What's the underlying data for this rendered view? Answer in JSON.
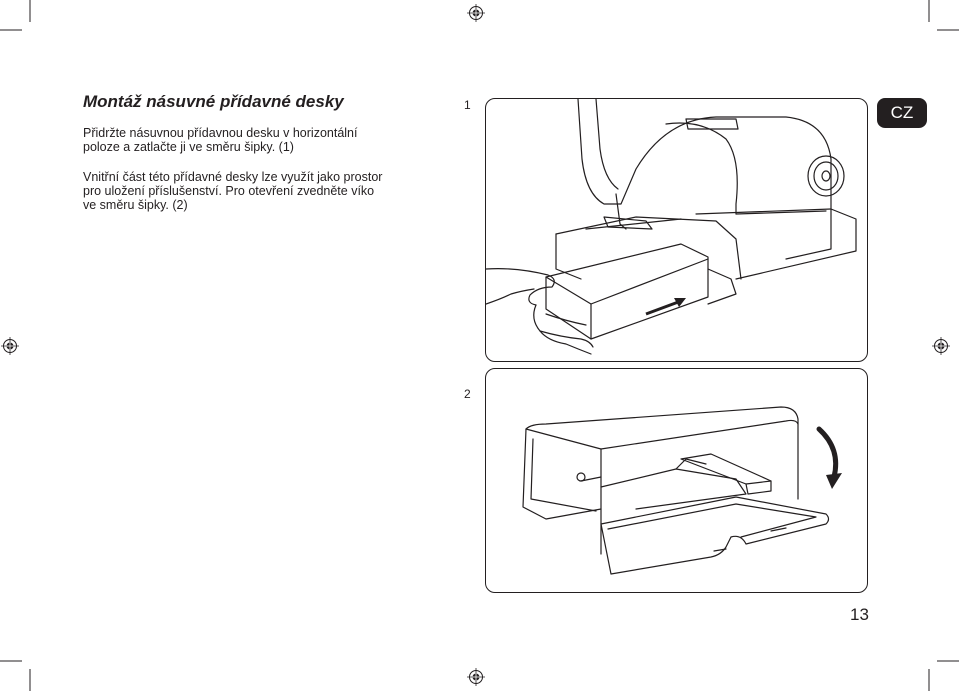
{
  "section": {
    "title": "Montáž násuvné přídavné desky",
    "paragraph1": [
      "Přidržte násuvnou přídavnou desku v horizontální",
      "poloze a zatlačte ji ve směru šipky. (1)"
    ],
    "paragraph2": [
      "Vnitřní část této přídavné desky lze využít jako prostor",
      "pro uložení příslušenství. Pro otevření zvedněte víko",
      "ve směru šipky. (2)"
    ]
  },
  "figures": {
    "figure1_label": "1",
    "figure2_label": "2"
  },
  "language_tab": "CZ",
  "page_number": "13",
  "colors": {
    "ink": "#231f20",
    "paper": "#ffffff"
  },
  "icons": [
    "registration-mark-icon",
    "crop-mark-icon",
    "arrow-icon"
  ]
}
